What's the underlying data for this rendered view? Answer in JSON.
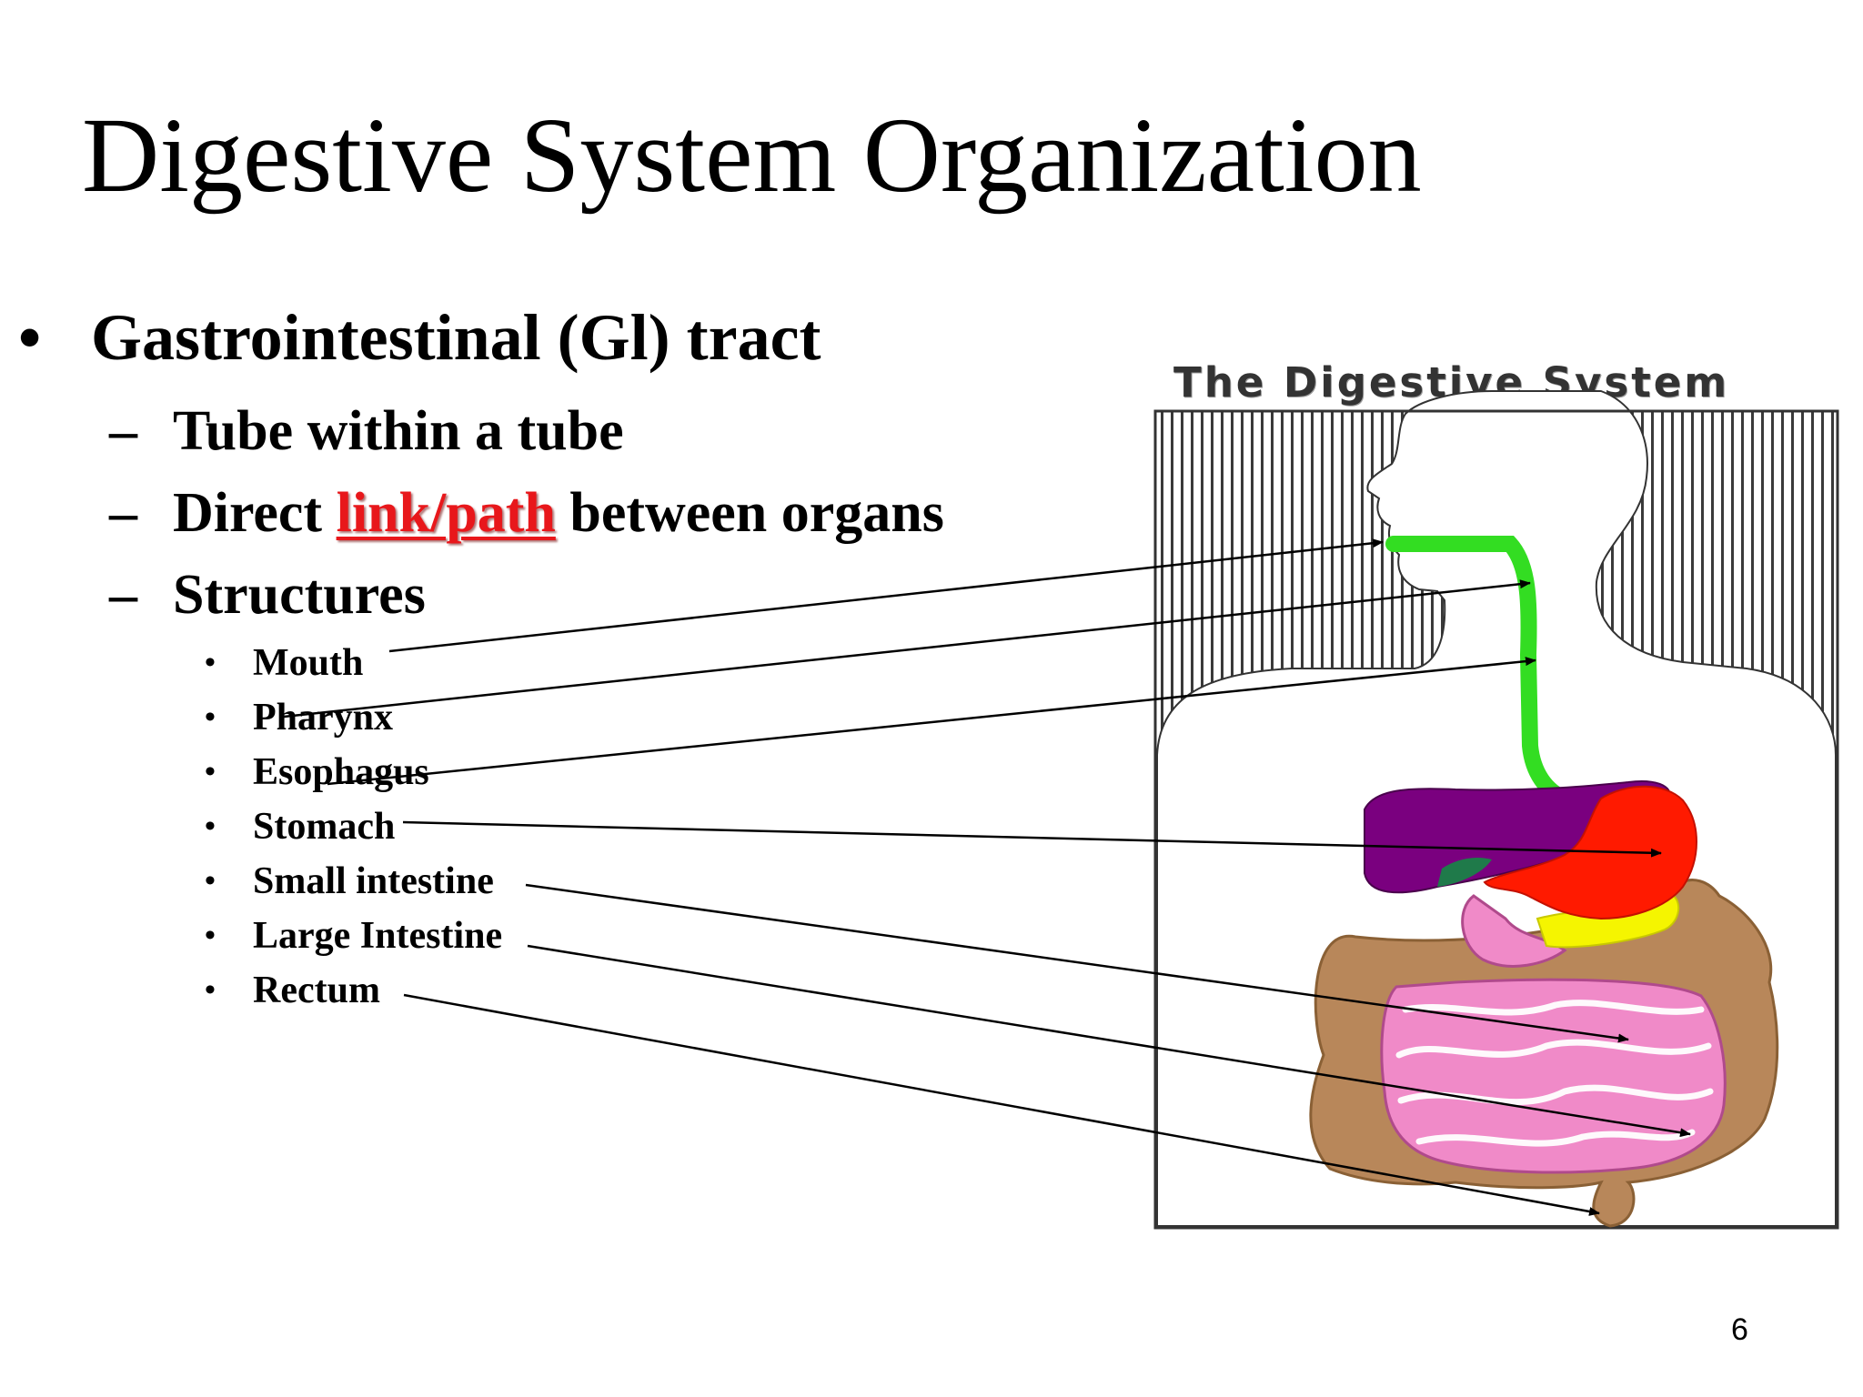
{
  "slide": {
    "title": "Digestive System Organization",
    "page_number": "6",
    "accent_color": "#e8171b"
  },
  "bullets": {
    "level1": "Gastrointestinal (Gl) tract",
    "bullet_glyph": "•",
    "dash_glyph": "–",
    "sub": [
      {
        "text": "Tube within a tube"
      },
      {
        "before": "Direct",
        "highlight": "link/path",
        "after": "between organs"
      },
      {
        "text": "Structures"
      }
    ],
    "structures": [
      "Mouth",
      "Pharynx",
      "Esophagus",
      "Stomach",
      "Small intestine",
      "Large Intestine",
      "Rectum"
    ]
  },
  "diagram": {
    "title": "The Digestive System",
    "organ_colors": {
      "esophagus": "#33dd22",
      "liver": "#7a007f",
      "stomach": "#ff1a00",
      "pancreas": "#f5f500",
      "gallbladder": "#1f7a4a",
      "small_intestine": "#f08ac8",
      "large_intestine": "#b8875a"
    }
  }
}
